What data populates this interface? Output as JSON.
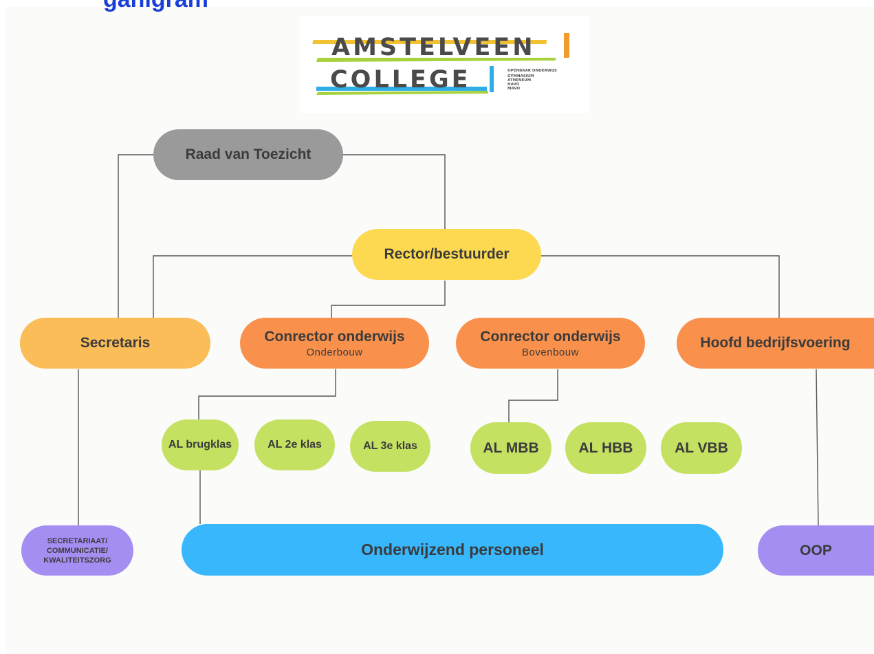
{
  "header": {
    "title": "ganigram"
  },
  "logo": {
    "line1": "AMSTELVEEN",
    "line2": "COLLEGE",
    "tagline": [
      "OPENBAAR ONDERWIJS",
      "GYMNASIUM",
      "ATHENEUM",
      "HAVO",
      "MAVO"
    ]
  },
  "colors": {
    "toezicht": "#9a9a9a",
    "rector": "#fcd950",
    "secretaris": "#fabd58",
    "conrector": "#f9914c",
    "afdelingsleider": "#c5e162",
    "personeel": "#38b7fc",
    "ondersteuning": "#a58ef2"
  },
  "nodes": {
    "raad": "Raad van Toezicht",
    "rector": "Rector/bestuurder",
    "secretaris": "Secretaris",
    "conrector_onder": {
      "title": "Conrector onderwijs",
      "sub": "Onderbouw"
    },
    "conrector_boven": {
      "title": "Conrector onderwijs",
      "sub": "Bovenbouw"
    },
    "hoofd": "Hoofd bedrijfsvoering",
    "al_brug": "AL brugklas",
    "al_2e": "AL 2e klas",
    "al_3e": "AL 3e klas",
    "al_mbb": "AL MBB",
    "al_hbb": "AL HBB",
    "al_vbb": "AL VBB",
    "secretariaat": [
      "SECRETARIAAT/",
      "COMMUNICATIE/",
      "KWALITEITSZORG"
    ],
    "onderwijzend": "Onderwijzend personeel",
    "oop": "OOP"
  }
}
